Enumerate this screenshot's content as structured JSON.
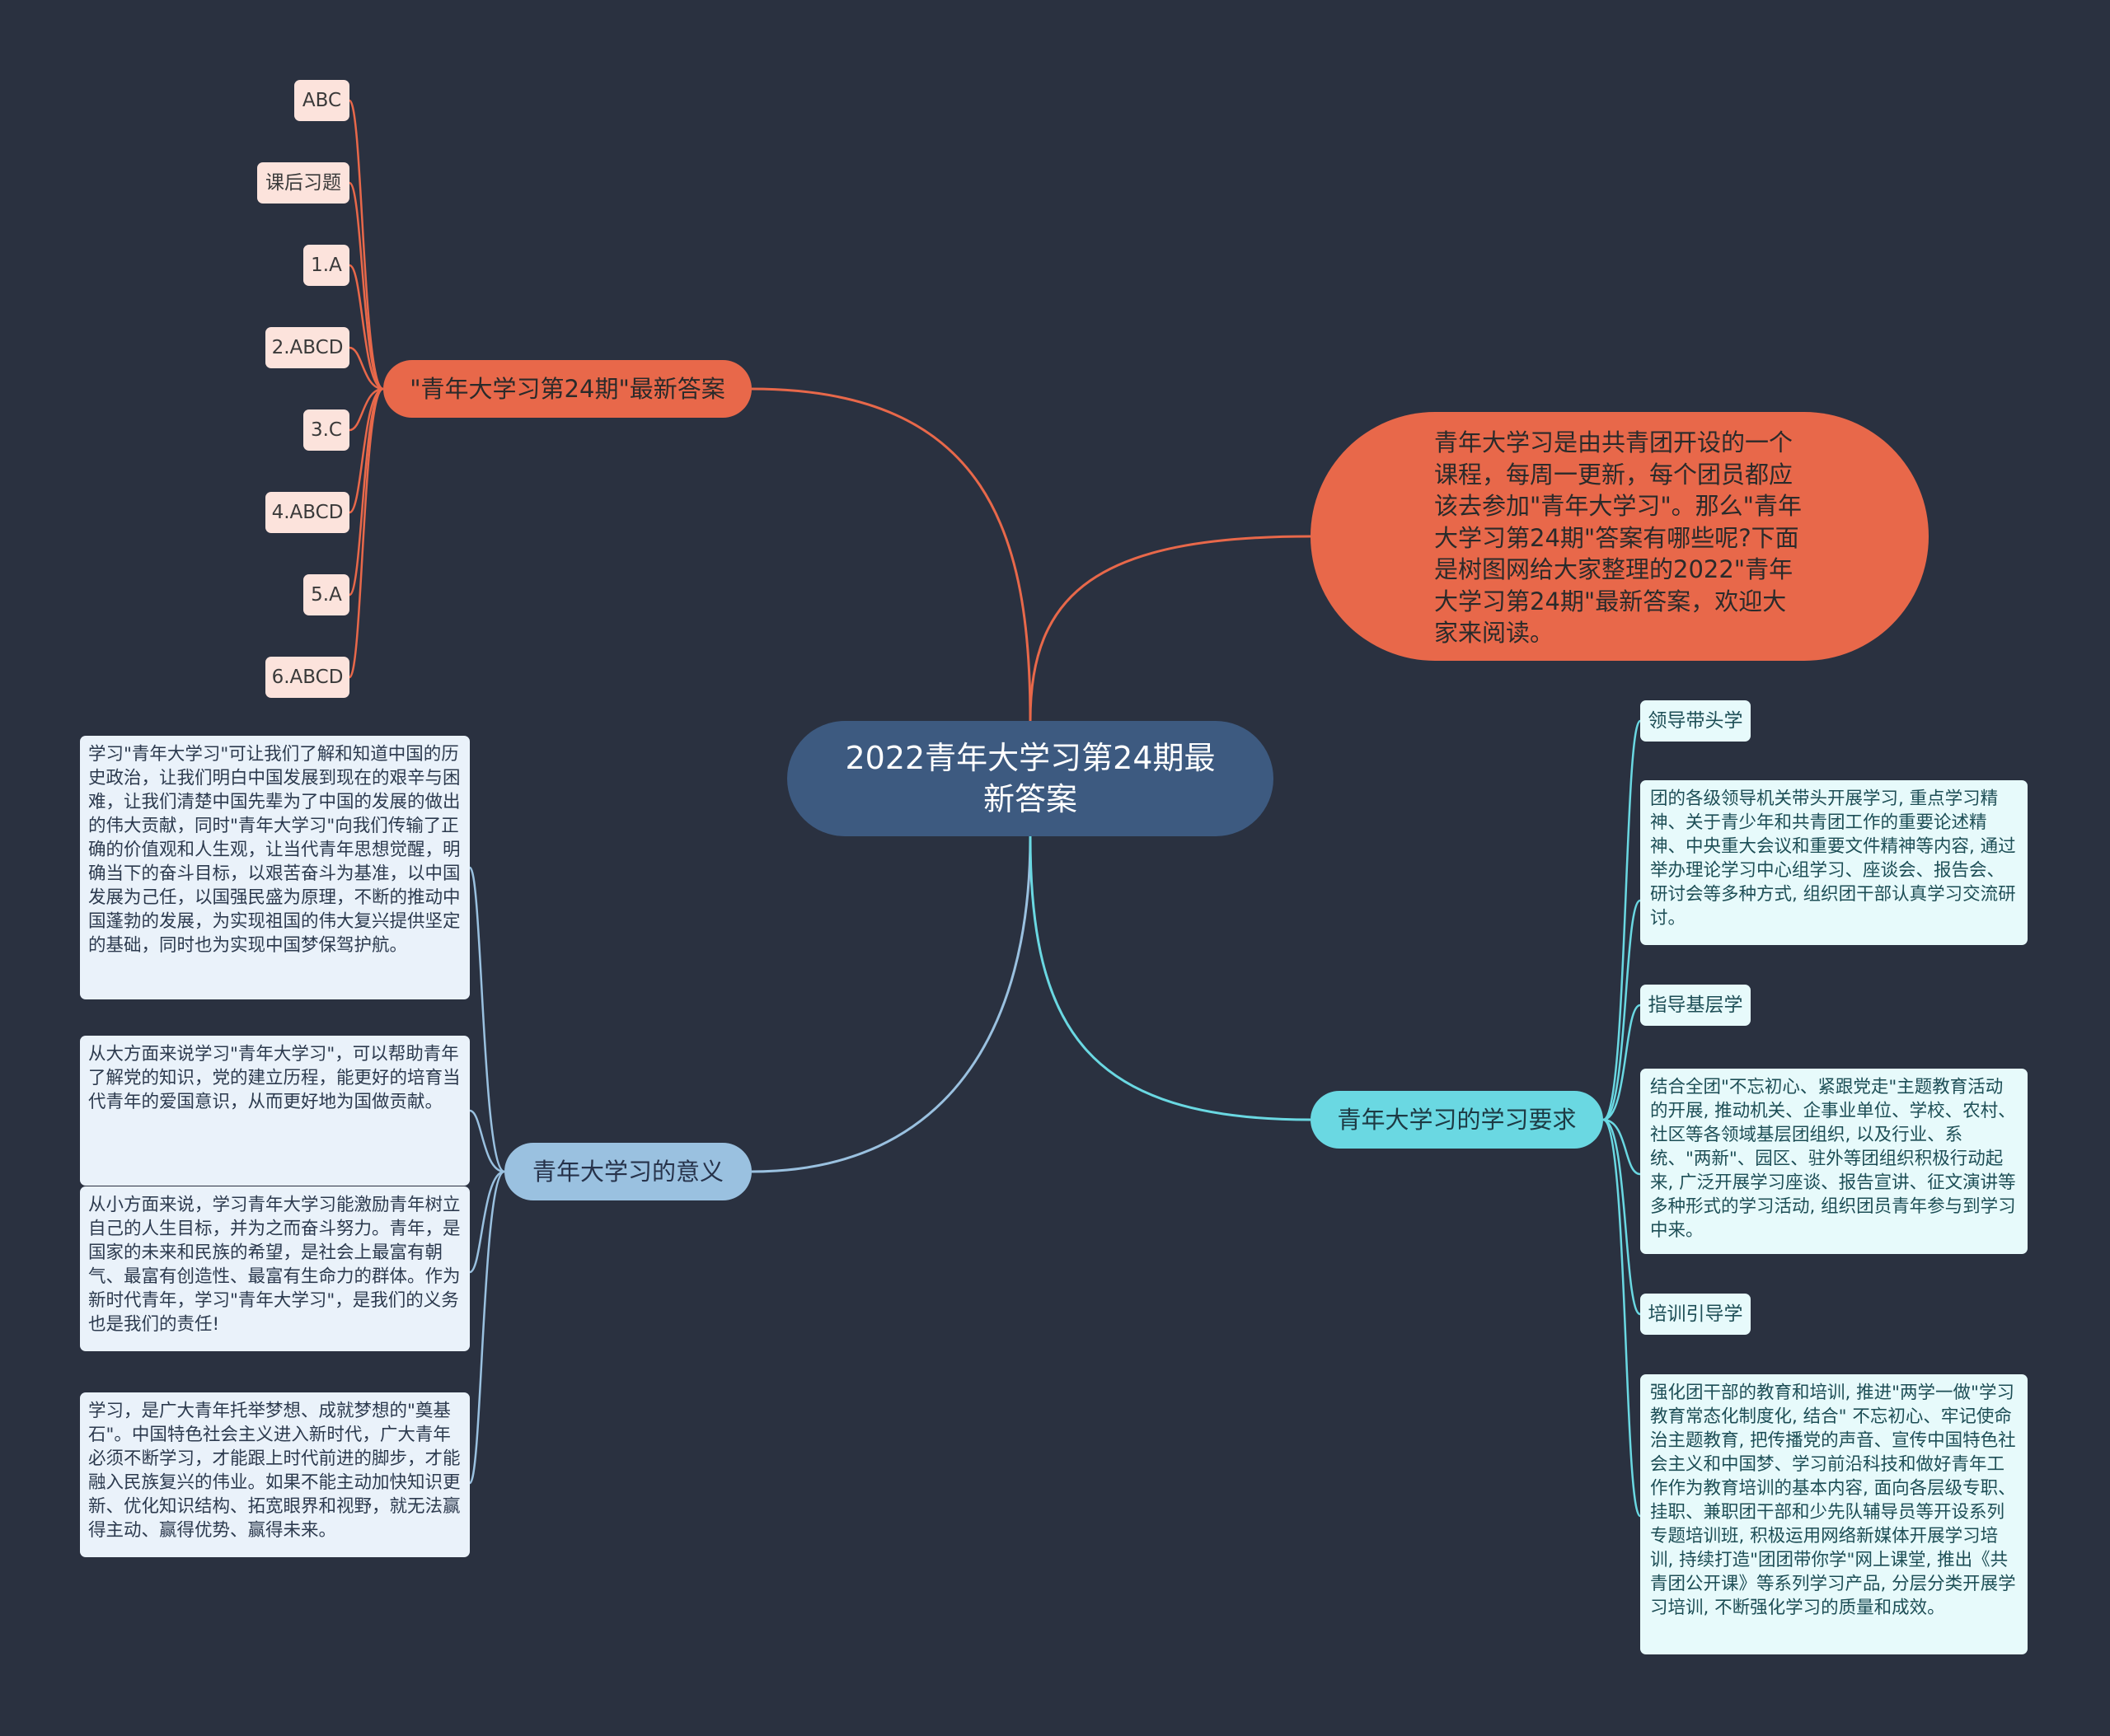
{
  "colors": {
    "background": "#2a3140",
    "center": "#3d5a80",
    "orange": "#e8684a",
    "answer_leaf": "#fce3dc",
    "blue_branch": "#9ac1e0",
    "blue_leaf": "#eaf2fa",
    "teal_branch": "#6ad8e2",
    "teal_leaf": "#e7fafb"
  },
  "center": {
    "title": "2022青年大学习第24期最新答案"
  },
  "intro": {
    "text": "青年大学习是由共青团开设的一个课程，每周一更新，每个团员都应该去参加\"青年大学习\"。那么\"青年大学习第24期\"答案有哪些呢?下面是树图网给大家整理的2022\"青年大学习第24期\"最新答案，欢迎大家来阅读。"
  },
  "answers_branch": {
    "label": "\"青年大学习第24期\"最新答案",
    "items": [
      "ABC",
      "课后习题",
      "1.A",
      "2.ABCD",
      "3.C",
      "4.ABCD",
      "5.A",
      "6.ABCD"
    ]
  },
  "meaning_branch": {
    "label": "青年大学习的意义",
    "items": [
      "学习\"青年大学习\"可让我们了解和知道中国的历史政治，让我们明白中国发展到现在的艰辛与困难，让我们清楚中国先辈为了中国的发展的做出的伟大贡献，同时\"青年大学习\"向我们传输了正确的价值观和人生观，让当代青年思想觉醒，明确当下的奋斗目标，以艰苦奋斗为基准，以中国发展为己任，以国强民盛为原理，不断的推动中国蓬勃的发展，为实现祖国的伟大复兴提供坚定的基础，同时也为实现中国梦保驾护航。",
      "从大方面来说学习\"青年大学习\"，可以帮助青年了解党的知识，党的建立历程，能更好的培育当代青年的爱国意识，从而更好地为国做贡献。",
      "从小方面来说，学习青年大学习能激励青年树立自己的人生目标，并为之而奋斗努力。青年，是国家的未来和民族的希望，是社会上最富有朝气、最富有创造性、最富有生命力的群体。作为新时代青年，学习\"青年大学习\"，是我们的义务也是我们的责任!",
      "学习，是广大青年托举梦想、成就梦想的\"奠基石\"。中国特色社会主义进入新时代，广大青年必须不断学习，才能跟上时代前进的脚步，才能融入民族复兴的伟业。如果不能主动加快知识更新、优化知识结构、拓宽眼界和视野，就无法赢得主动、赢得优势、赢得未来。"
    ]
  },
  "requirements_branch": {
    "label": "青年大学习的学习要求",
    "items": [
      {
        "title": "领导带头学",
        "detail": "团的各级领导机关带头开展学习, 重点学习精神、关于青少年和共青团工作的重要论述精神、中央重大会议和重要文件精神等内容, 通过举办理论学习中心组学习、座谈会、报告会、研讨会等多种方式, 组织团干部认真学习交流研讨。"
      },
      {
        "title": "指导基层学",
        "detail": "结合全团\"不忘初心、紧跟党走\"主题教育活动的开展, 推动机关、企事业单位、学校、农村、社区等各领域基层团组织, 以及行业、系统、\"两新\"、园区、驻外等团组织积极行动起来, 广泛开展学习座谈、报告宣讲、征文演讲等多种形式的学习活动, 组织团员青年参与到学习中来。"
      },
      {
        "title": "培训引导学",
        "detail": "强化团干部的教育和培训, 推进\"两学一做\"学习教育常态化制度化, 结合\" 不忘初心、牢记使命治主题教育, 把传播党的声音、宣传中国特色社会主义和中国梦、学习前沿科技和做好青年工作作为教育培训的基本内容, 面向各层级专职、挂职、兼职团干部和少先队辅导员等开设系列专题培训班, 积极运用网络新媒体开展学习培训, 持续打造\"团团带你学\"网上课堂, 推出《共青团公开课》等系列学习产品, 分层分类开展学习培训, 不断强化学习的质量和成效。"
      }
    ]
  }
}
